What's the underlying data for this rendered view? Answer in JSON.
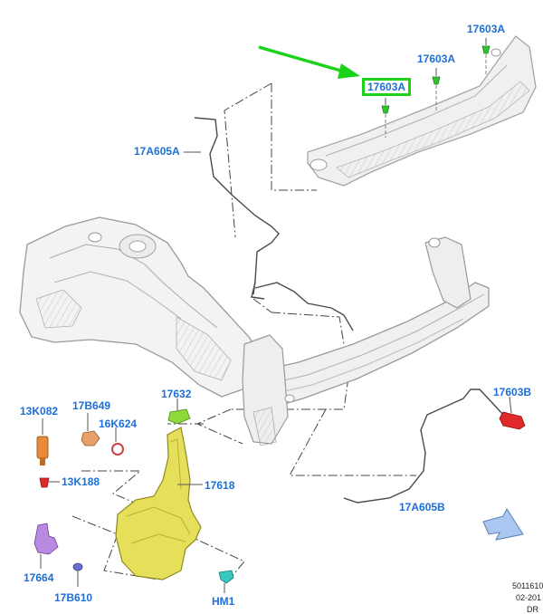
{
  "colors": {
    "label": "#1b6fd6",
    "highlight": "#19d219",
    "arrow": "#19d219",
    "line": "#555555",
    "part_outline": "#9a9a9a",
    "part_fill": "#f2f2f2",
    "reservoir": "#e6df5a",
    "motor": "#b98be0",
    "sensor_orange": "#e88a3a",
    "red_part": "#e02a2a"
  },
  "icons": [
    "highlight-arrow-icon"
  ],
  "labels": {
    "cowl_clip_1": "17603A",
    "cowl_clip_2": "17603A",
    "cowl_clip_3": "17603A",
    "hose_upper": "17A605A",
    "hose_lower": "17A605B",
    "nozzle_right": "17603B",
    "level_sensor": "13K082",
    "sensor_seal": "13K188",
    "filler_cap": "17B649",
    "grommet": "16K624",
    "filler_neck_cap": "17632",
    "filler_neck": "17618",
    "pump_motor": "17664",
    "pump_seal": "17B610",
    "fastener": "HM1"
  },
  "doc_code": {
    "line1": "5011610",
    "line2": "02-201",
    "line3": "DR"
  }
}
